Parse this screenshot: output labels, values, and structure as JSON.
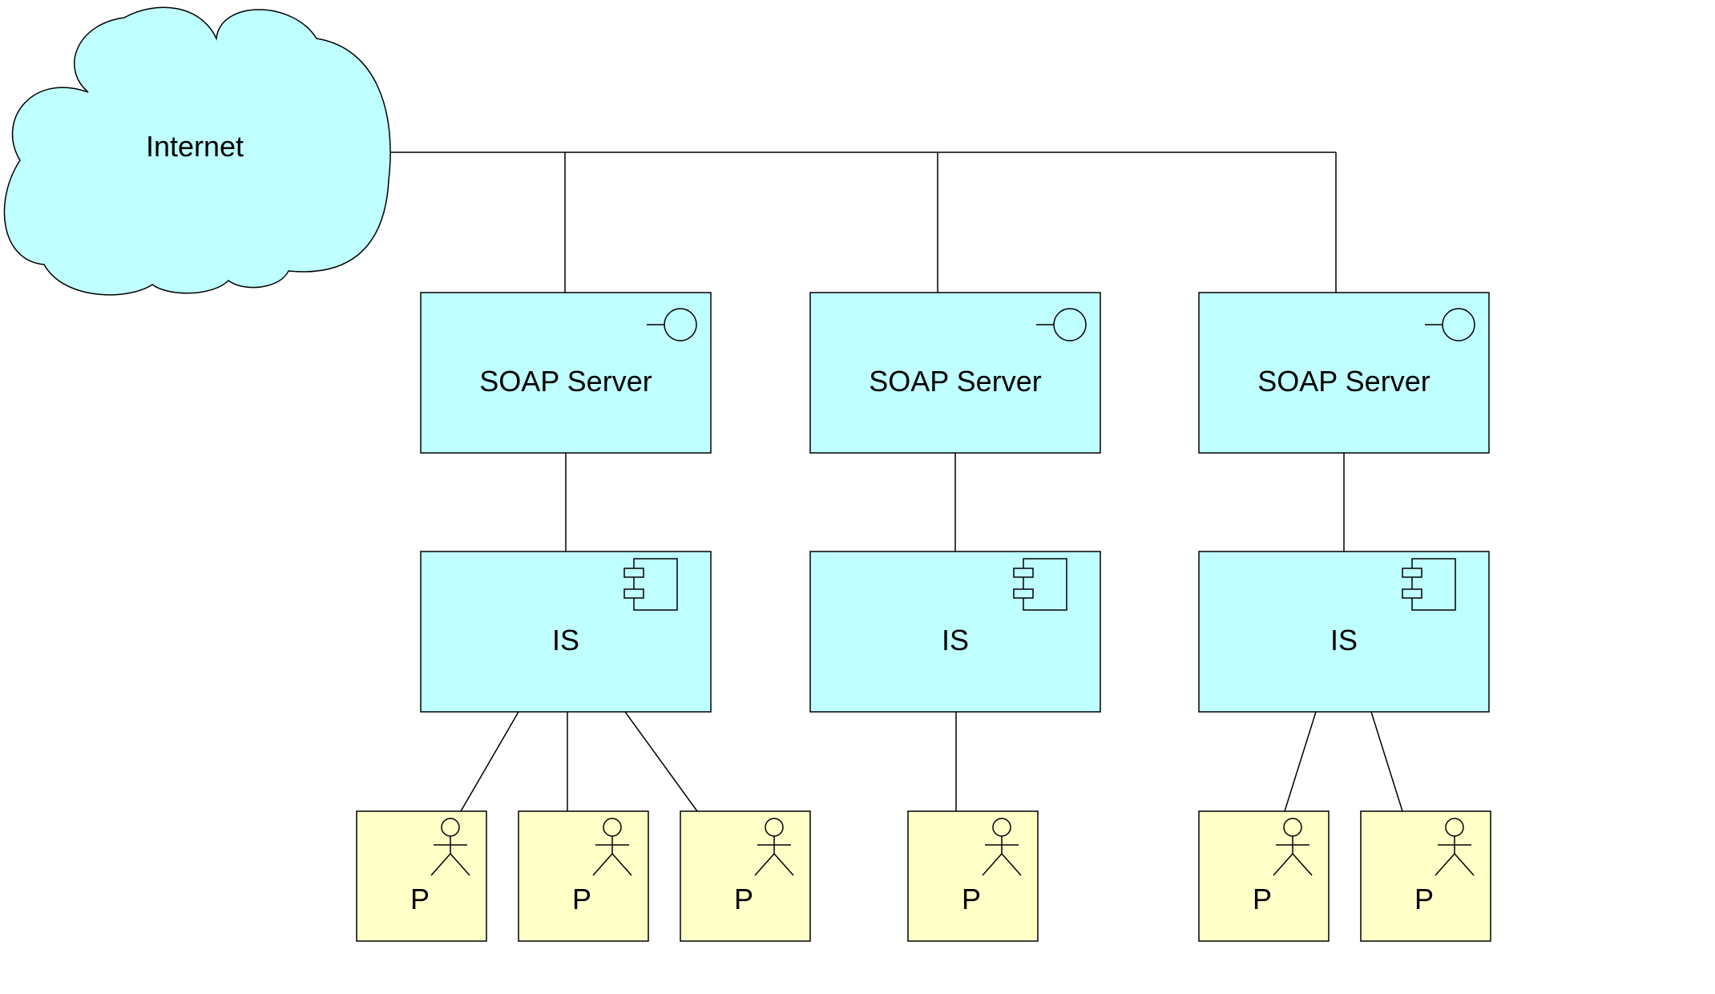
{
  "colors": {
    "node_fill": "#bfffff",
    "actor_fill": "#ffffc8",
    "stroke": "#000000",
    "background": "#ffffff"
  },
  "diagram": {
    "cloud": {
      "label": "Internet",
      "icon": "cloud-icon"
    },
    "stacks": [
      {
        "soap_label": "SOAP Server",
        "soap_icon": "interface-lollipop-icon",
        "is_label": "IS",
        "is_icon": "component-icon",
        "participants": [
          {
            "label": "P",
            "icon": "actor-icon"
          },
          {
            "label": "P",
            "icon": "actor-icon"
          },
          {
            "label": "P",
            "icon": "actor-icon"
          }
        ]
      },
      {
        "soap_label": "SOAP Server",
        "soap_icon": "interface-lollipop-icon",
        "is_label": "IS",
        "is_icon": "component-icon",
        "participants": [
          {
            "label": "P",
            "icon": "actor-icon"
          }
        ]
      },
      {
        "soap_label": "SOAP Server",
        "soap_icon": "interface-lollipop-icon",
        "is_label": "IS",
        "is_icon": "component-icon",
        "participants": [
          {
            "label": "P",
            "icon": "actor-icon"
          },
          {
            "label": "P",
            "icon": "actor-icon"
          }
        ]
      }
    ]
  }
}
